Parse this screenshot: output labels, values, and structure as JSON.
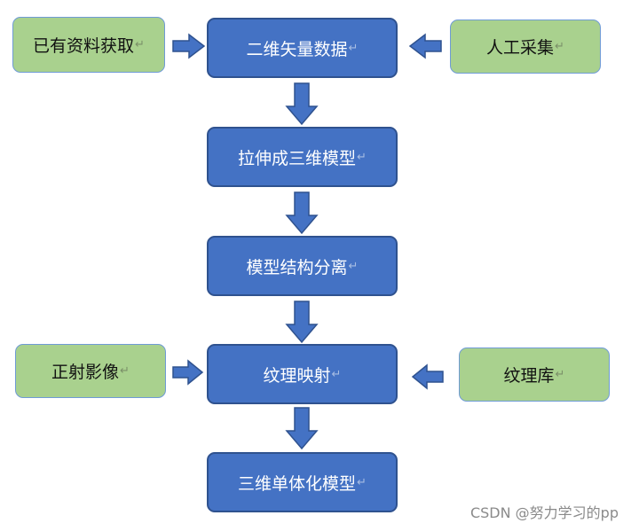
{
  "diagram": {
    "main_boxes": [
      {
        "label": "二维矢量数据"
      },
      {
        "label": "拉伸成三维模型"
      },
      {
        "label": "模型结构分离"
      },
      {
        "label": "纹理映射"
      },
      {
        "label": "三维单体化模型"
      }
    ],
    "side_boxes": [
      {
        "label": "已有资料获取"
      },
      {
        "label": "人工采集"
      },
      {
        "label": "正射影像"
      },
      {
        "label": "纹理库"
      }
    ],
    "paragraph_mark": "↵",
    "colors": {
      "main_fill": "#4472c4",
      "main_border": "#2f528f",
      "side_fill": "#a9d18e",
      "side_border": "#6f9bd6",
      "arrow_fill": "#4472c4",
      "arrow_stroke": "#2f528f"
    }
  },
  "watermark": "CSDN @努力学习的pp"
}
